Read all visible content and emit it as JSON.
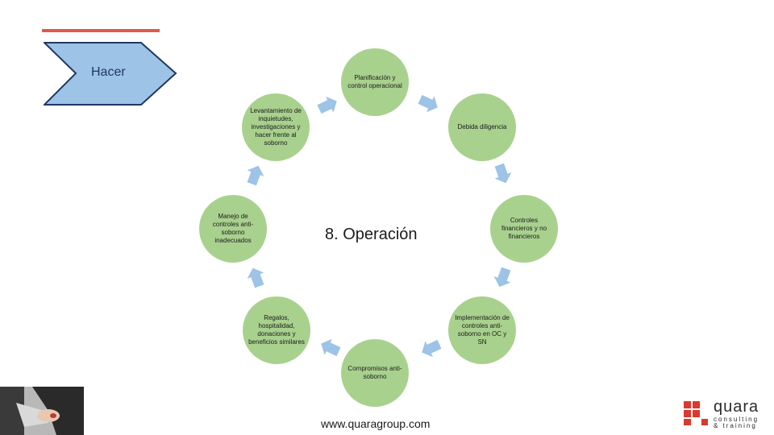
{
  "phase_label": "Hacer",
  "center_title": "8. Operación",
  "nodes": [
    {
      "id": "planificacion",
      "label": "Planificación y control operacional"
    },
    {
      "id": "debida",
      "label": "Debida diligencia"
    },
    {
      "id": "controles",
      "label": "Controles financieros y no financieros"
    },
    {
      "id": "implementacion",
      "label": "Implementación de controles anti-soborno en OC y SN"
    },
    {
      "id": "compromisos",
      "label": "Compromisos anti-soborno"
    },
    {
      "id": "regalos",
      "label": "Regalos, hospitalidad, donaciones y beneficios similares"
    },
    {
      "id": "manejo",
      "label": "Manejo de controles anti-soborno inadecuados"
    },
    {
      "id": "levantamiento",
      "label": "Levantamiento de inquietudes, investigaciones y hacer frente al soborno"
    }
  ],
  "footer_url": "www.quaragroup.com",
  "logo": {
    "name": "quara",
    "tagline_1": "consulting",
    "tagline_2": "& training"
  },
  "colors": {
    "node": "#a9d18e",
    "arrow": "#9dc3e6",
    "chevron": "#9dc3e6",
    "accent_line": "#e0584f",
    "logo_red": "#d9392f"
  }
}
